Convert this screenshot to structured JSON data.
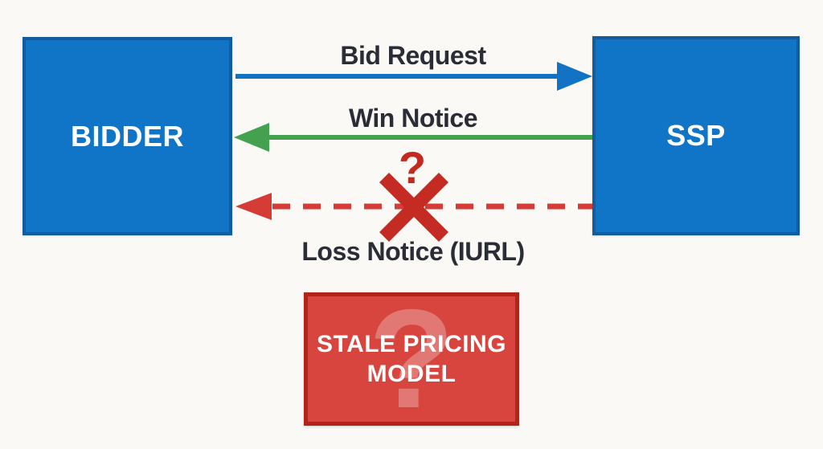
{
  "colors": {
    "background": "#faf9f5",
    "node_fill": "#1175c7",
    "node_border": "#155c9c",
    "arrow_blue": "#1272c4",
    "arrow_green": "#43a14f",
    "arrow_red": "#d43c35",
    "cross_red": "#c42b22",
    "question_red": "#c5281f",
    "stale_fill": "#d7453e",
    "stale_border": "#b0241b",
    "label_text": "#2a2d35"
  },
  "nodes": {
    "bidder": {
      "label": "BIDDER"
    },
    "ssp": {
      "label": "SSP"
    }
  },
  "arrows": {
    "bid_request": {
      "label": "Bid Request",
      "from": "BIDDER",
      "to": "SSP",
      "direction": "right",
      "style": "solid",
      "color": "#1272c4"
    },
    "win_notice": {
      "label": "Win Notice",
      "from": "SSP",
      "to": "BIDDER",
      "direction": "left",
      "style": "solid",
      "color": "#43a14f"
    },
    "loss_notice": {
      "label": "Loss Notice (IURL)",
      "from": "SSP",
      "to": "BIDDER",
      "direction": "left",
      "style": "dashed",
      "color": "#d43c35",
      "blocked": true,
      "status_mark": "?"
    }
  },
  "stale_box": {
    "line1": "STALE PRICING",
    "line2": "MODEL",
    "watermark": "?"
  }
}
